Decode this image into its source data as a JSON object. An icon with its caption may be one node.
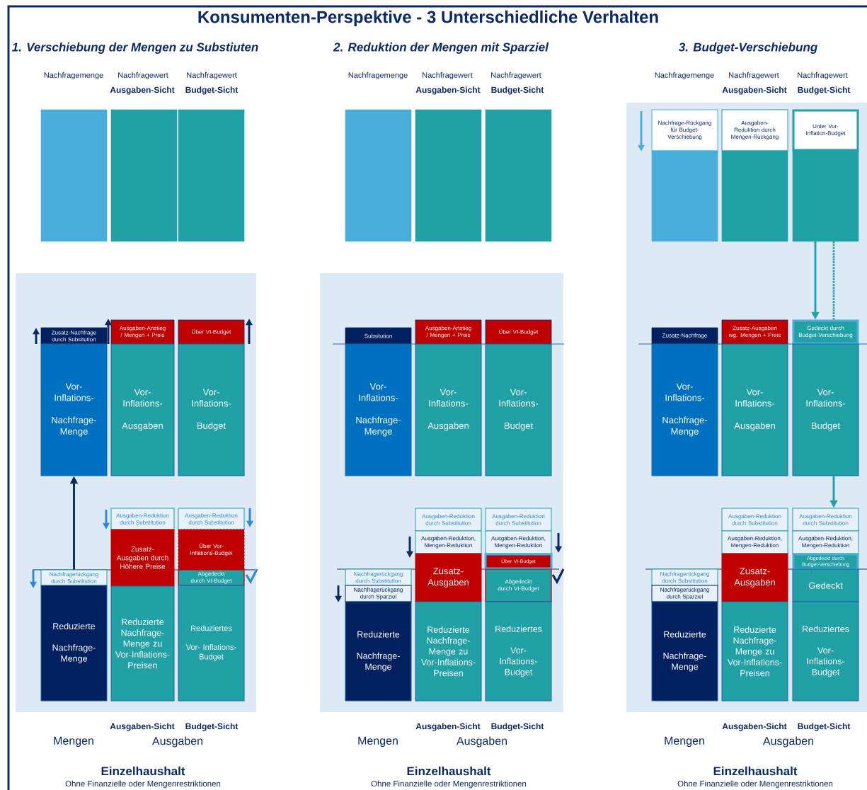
{
  "diagram": {
    "title": "Konsumenten-Perspektive - 3 Unterschiedliche Verhalten",
    "nodes": [
      {
        "text": [],
        "shape": "bar"
      },
      {
        "text": [],
        "shape": "bar"
      },
      {
        "text": [],
        "shape": "bar"
      },
      {
        "text": [
          "Zusatz-Nachfrage durch Subsitution"
        ]
      },
      {
        "text": [
          "Ausgaben-Anstieg / Mengen + Preis"
        ]
      },
      {
        "text": [
          "Über VI-Budget"
        ]
      },
      {
        "text": [
          "Vor- Inflations-",
          "Nachfrage- Menge"
        ]
      },
      {
        "text": [
          "Vor- Inflations-",
          "Ausgaben"
        ]
      },
      {
        "text": [
          "Vor- Inflations-",
          "Budget"
        ]
      },
      {
        "text": [
          "Ausgaben-Reduktion durch Substitution"
        ]
      },
      {
        "text": [
          "Ausgaben-Reduktion durch Substitution"
        ]
      },
      {
        "text": [
          "Zusatz-Ausgaben durch Höhere Preise"
        ]
      },
      {
        "text": [
          "Über Vor-Inflations-Budget"
        ]
      },
      {
        "text": [
          "Nachfragerückgang durch Substitution"
        ]
      },
      {
        "text": [
          "Abgedeckt durch VI-Budget"
        ]
      },
      {
        "text": [
          "Reduzierte",
          "Nachfrage- Menge"
        ]
      },
      {
        "text": [
          "Reduzierte Nachfrage- Menge zu Vor-Inflations- Preisen"
        ]
      },
      {
        "text": [
          "Reduziertes",
          "Vor- Inflations- Budget"
        ]
      },
      {
        "text": [],
        "shape": "bar"
      },
      {
        "text": [],
        "shape": "bar"
      },
      {
        "text": [],
        "shape": "bar"
      },
      {
        "text": [
          "Subsitution"
        ]
      },
      {
        "text": [
          "Ausgaben-Anstieg / Mengen + Preis"
        ]
      },
      {
        "text": [
          "Über VI-Budget"
        ]
      },
      {
        "text": [
          "Vor- Inflations-",
          "Nachfrage- Menge"
        ]
      },
      {
        "text": [
          "Vor- Inflations-",
          "Ausgaben"
        ]
      },
      {
        "text": [
          "Vor- Inflations-",
          "Budget"
        ]
      },
      {
        "text": [
          "Ausgaben-Reduktion durch Substitution"
        ]
      },
      {
        "text": [
          "Ausgaben-Reduktion durch Substitution"
        ]
      },
      {
        "text": [
          "Ausgaben-Reduktion, Mengen-Reduktion"
        ]
      },
      {
        "text": [
          "Ausgaben-Reduktion, Mengen-Reduktion"
        ]
      },
      {
        "text": [
          "Über VI-Budget"
        ]
      },
      {
        "text": [
          "Nachfragerückgang durch Substitution"
        ]
      },
      {
        "text": [
          "Nachfragerückgang durch Sparziel"
        ]
      },
      {
        "text": [
          "Zusatz- Ausgaben"
        ]
      },
      {
        "text": [
          "Abgedeckt durch VI-Budget"
        ]
      },
      {
        "text": [
          "Reduzierte",
          "Nachfrage- Menge"
        ]
      },
      {
        "text": [
          "Reduzierte Nachfrage- Menge zu Vor-Inflations- Preisen"
        ]
      },
      {
        "text": [
          "Reduziertes",
          "Vor- Inflations- Budget"
        ]
      },
      {
        "text": [
          "Nachfrage-Rückgang für Budget-Verschiebung"
        ]
      },
      {
        "text": [
          "Ausgaben-Reduktion durch Mengen-Rückgang"
        ]
      },
      {
        "text": [
          "Unter Vor-Inflation-Budget"
        ]
      },
      {
        "text": [],
        "shape": "bar"
      },
      {
        "text": [],
        "shape": "bar"
      },
      {
        "text": [],
        "shape": "bar"
      },
      {
        "text": [
          "Zusatz-Nachfrage"
        ]
      },
      {
        "text": [
          "Zusatz-Ausgaben wg. Mengen + Preis"
        ]
      },
      {
        "text": [
          "Gedeckt durch Budget-Verschiebung"
        ]
      },
      {
        "text": [
          "Vor- Inflations-",
          "Nachfrage- Menge"
        ]
      },
      {
        "text": [
          "Vor- Inflations-",
          "Ausgaben"
        ]
      },
      {
        "text": [
          "Vor- Inflations-",
          "Budget"
        ]
      },
      {
        "text": [
          "Ausgaben-Reduktion durch Substitution"
        ]
      },
      {
        "text": [
          "Ausgaben-Reduktion durch Substitution"
        ]
      },
      {
        "text": [
          "Ausgaben-Reduktion, Mengen-Reduktion"
        ]
      },
      {
        "text": [
          "Ausgaben-Reduktion, Mengen-Reduktion"
        ]
      },
      {
        "text": [
          "Abgedeckt durch Budget-Verschiebung"
        ]
      },
      {
        "text": [
          "Nachfragerückgang durch Substitution"
        ]
      },
      {
        "text": [
          "Nachfragerückgang durch Sparziel"
        ]
      },
      {
        "text": [
          "Zusatz- Ausgaben"
        ]
      },
      {
        "text": [
          "Gedeckt"
        ]
      },
      {
        "text": [
          "Reduzierte",
          "Nachfrage- Menge"
        ]
      },
      {
        "text": [
          "Reduzierte Nachfrage- Menge zu Vor-Inflations- Preisen"
        ]
      },
      {
        "text": [
          "Reduziertes",
          "Vor- Inflations- Budget"
        ]
      }
    ],
    "edges": [
      {
        "from": 13,
        "to": 6,
        "arrow": "to",
        "color": "#0b2a63"
      },
      {
        "from": 44,
        "to": 47,
        "arrow": "to"
      },
      {
        "from": 44,
        "to": 47,
        "arrow": "none",
        "style": "dashed"
      },
      {
        "from": 50,
        "to": 52,
        "arrow": "to"
      }
    ],
    "labels": [
      "1. Verschiebung der Mengen zu Substiuten",
      "2. Reduktion der Mengen mit Sparziel",
      "3. Budget-Verschiebung",
      "Nachfragemenge",
      "Nachfragewert",
      "Nachfragewert",
      "Nachfragemenge",
      "Nachfragewert",
      "Nachfragewert",
      "Nachfragemenge",
      "Nachfragewert",
      "Nachfragewert",
      "Ausgaben-Sicht",
      "Budget-Sicht",
      "Ausgaben-Sicht",
      "Budget-Sicht",
      "Ausgaben-Sicht",
      "Budget-Sicht",
      "Ausgaben-Sicht",
      "Budget-Sicht",
      "Ausgaben-Sicht",
      "Budget-Sicht",
      "Ausgaben-Sicht",
      "Budget-Sicht",
      "Mengen",
      "Ausgaben",
      "Mengen",
      "Ausgaben",
      "Mengen",
      "Ausgaben",
      "Einzelhaushalt",
      "Einzelhaushalt",
      "Einzelhaushalt",
      "Ohne Finanzielle oder Mengenrestriktionen",
      "Ohne Finanzielle oder Mengenrestriktionen",
      "Ohne Finanzielle oder Mengenrestriktionen"
    ]
  }
}
